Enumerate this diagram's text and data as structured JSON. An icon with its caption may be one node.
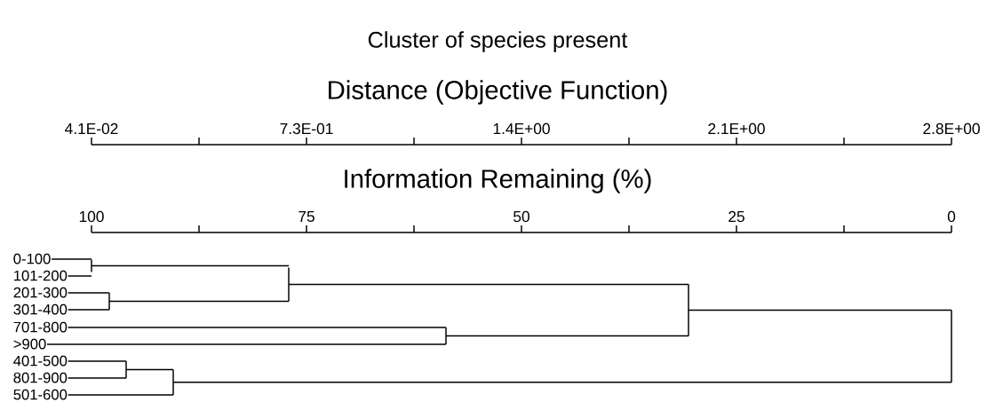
{
  "diagram": {
    "title": "Cluster of species present",
    "nodes": [
      {
        "text": [
          "0-100"
        ]
      },
      {
        "text": [
          "101-200"
        ]
      },
      {
        "text": [
          "201-300"
        ]
      },
      {
        "text": [
          "301-400"
        ]
      },
      {
        "text": [
          "701-800"
        ]
      },
      {
        "text": [
          ">900"
        ]
      },
      {
        "text": [
          "401-500"
        ]
      },
      {
        "text": [
          "801-900"
        ]
      },
      {
        "text": [
          "501-600"
        ]
      },
      {
        "text": [],
        "shape": "bar"
      },
      {
        "text": [],
        "shape": "bar"
      },
      {
        "text": [],
        "shape": "bar"
      },
      {
        "text": [],
        "shape": "bar"
      },
      {
        "text": [],
        "shape": "bar"
      },
      {
        "text": [],
        "shape": "bar"
      },
      {
        "text": [],
        "shape": "bar"
      },
      {
        "text": [],
        "shape": "bar"
      }
    ],
    "edges": [
      {
        "from": 0,
        "to": 9,
        "arrow": "none"
      },
      {
        "from": 1,
        "to": 9,
        "arrow": "none"
      },
      {
        "from": 2,
        "to": 10,
        "arrow": "none"
      },
      {
        "from": 3,
        "to": 10,
        "arrow": "none"
      },
      {
        "from": 9,
        "to": 11,
        "arrow": "none"
      },
      {
        "from": 10,
        "to": 11,
        "arrow": "none"
      },
      {
        "from": 4,
        "to": 12,
        "arrow": "none"
      },
      {
        "from": 5,
        "to": 12,
        "arrow": "none"
      },
      {
        "from": 6,
        "to": 13,
        "arrow": "none"
      },
      {
        "from": 7,
        "to": 13,
        "arrow": "none"
      },
      {
        "from": 13,
        "to": 14,
        "arrow": "none"
      },
      {
        "from": 8,
        "to": 14,
        "arrow": "none"
      },
      {
        "from": 11,
        "to": 15,
        "arrow": "none"
      },
      {
        "from": 12,
        "to": 15,
        "arrow": "none"
      },
      {
        "from": 15,
        "to": 16,
        "arrow": "none"
      },
      {
        "from": 14,
        "to": 16,
        "arrow": "none"
      }
    ],
    "labels": [
      "Distance (Objective Function)",
      "4.1E-02",
      "7.3E-01",
      "1.4E+00",
      "2.1E+00",
      "2.8E+00",
      "Information Remaining (%)",
      "100",
      "75",
      "50",
      "25",
      "0"
    ]
  }
}
